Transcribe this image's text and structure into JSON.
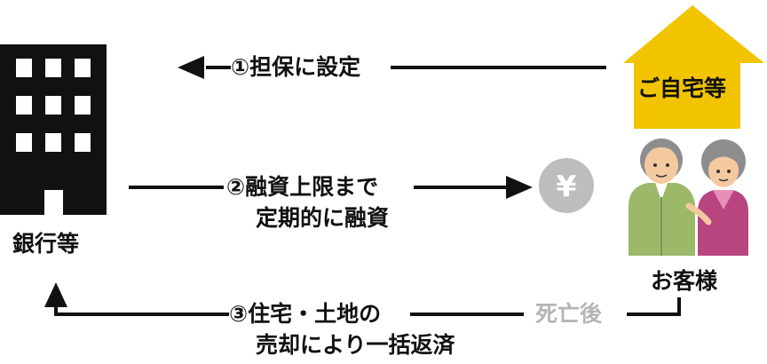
{
  "bank": {
    "label": "銀行等"
  },
  "house": {
    "label": "ご自宅等",
    "color": "#f2c400"
  },
  "customer": {
    "label": "お客様"
  },
  "yen": {
    "symbol": "¥",
    "color": "#bdbdbd"
  },
  "flows": {
    "step1": {
      "text": "①担保に設定"
    },
    "step2": {
      "line1": "②融資上限まで",
      "line2": "定期的に融資"
    },
    "step3": {
      "line1": "③住宅・土地の",
      "line2": "売却により一括返済",
      "condition": "死亡後"
    }
  },
  "colors": {
    "arrow": "#111111",
    "building": "#111111",
    "muted_text": "#b5b5b5",
    "jacket_green": "#9cb96a",
    "cardigan_magenta": "#b8457f",
    "hair_grey": "#8d8d8d",
    "skin": "#f5c9a0"
  }
}
